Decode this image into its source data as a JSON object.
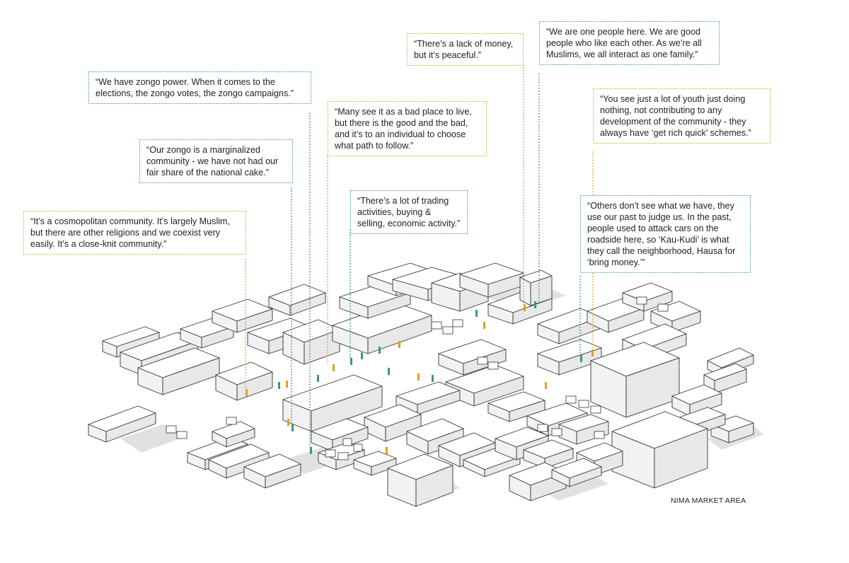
{
  "quotes": [
    {
      "id": "q1",
      "text": "“It’s a cosmopolitan community. It’s largely Muslim, but there are other religions and we coexist very easily. It’s a close-knit community.”",
      "color": "orange"
    },
    {
      "id": "q2",
      "text": "“Our zongo is a marginalized community - we have not had our fair share of the national cake.”",
      "color": "green"
    },
    {
      "id": "q3",
      "text": "“We have zongo power. When it comes to the elections, the zongo votes, the zongo campaigns.”",
      "color": "green"
    },
    {
      "id": "q4",
      "text": "“Many see it as a bad place to live, but there is the good and the bad, and it’s to an individual to choose what path to follow.”",
      "color": "orange"
    },
    {
      "id": "q5",
      "text": "“There’s a lot of trading activities, buying & selling, economic activity.”",
      "color": "green"
    },
    {
      "id": "q6",
      "text": "“There’s a lack of money, but it’s peaceful.”",
      "color": "orange"
    },
    {
      "id": "q7",
      "text": "“We are one people here. We are good people who like each other. As we’re all Muslims, we all interact as one family.”",
      "color": "green"
    },
    {
      "id": "q8",
      "text": "“You see just a lot of youth just doing nothing, not contributing to any development of the community - they always have ‘get rich quick’ schemes.”",
      "color": "orange"
    },
    {
      "id": "q9",
      "text": "“Others don’t see what we have, they use our past to judge us. In the past, people used to attack cars on the roadside here, so ‘Kau-Kudi’ is what they call the neighborhood, Hausa for ‘bring money.’”",
      "color": "green"
    }
  ],
  "caption": "NIMA MARKET AREA",
  "colors": {
    "orange": "#e0a020",
    "green": "#3d9970",
    "building_stroke": "#333333",
    "shadow": "#d8d8d8"
  }
}
